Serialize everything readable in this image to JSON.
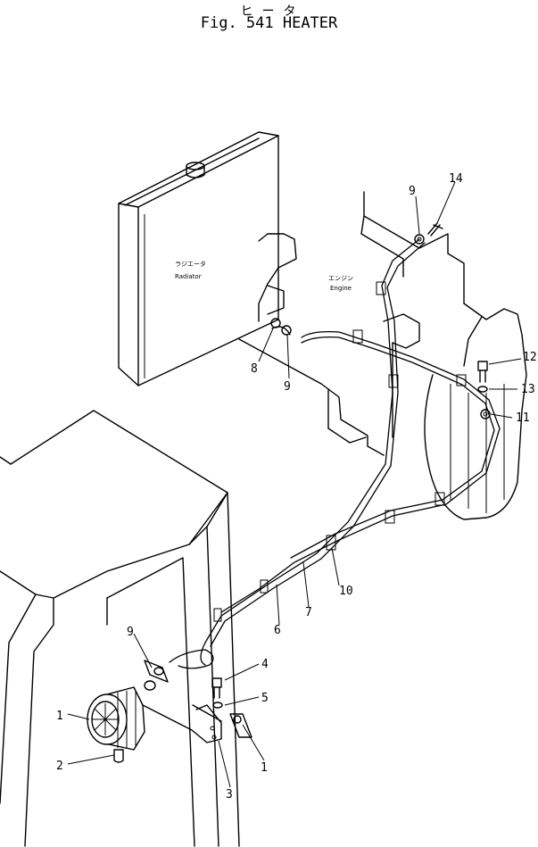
{
  "title": {
    "japanese": "ヒータ",
    "figure": "Fig. 541 HEATER"
  },
  "component_labels": {
    "radiator_jp": "ラジエータ",
    "radiator": "Radiator",
    "engine_jp": "エンジン",
    "engine": "Engine"
  },
  "callouts": [
    "14",
    "9",
    "12",
    "13",
    "11",
    "8",
    "9",
    "10",
    "7",
    "6",
    "9",
    "4",
    "5",
    "1",
    "1",
    "2",
    "3"
  ]
}
